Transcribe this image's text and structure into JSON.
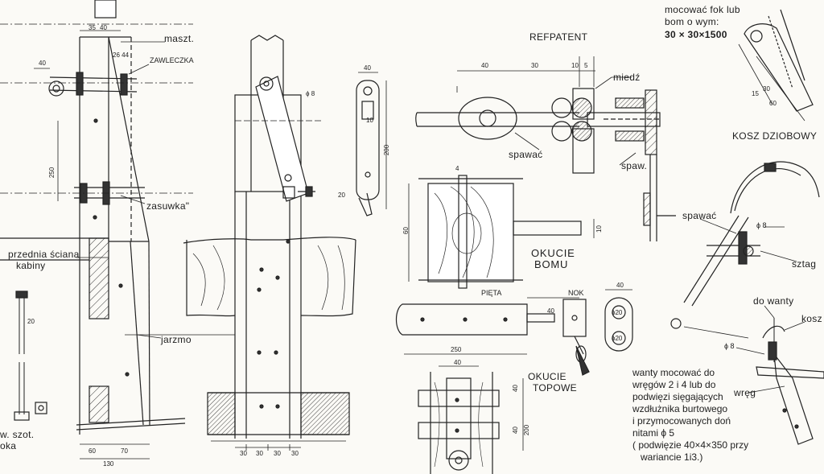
{
  "labels": {
    "maszt": "maszt.",
    "zawleczka": "ZAWLECZKA",
    "zasuwka": "zasuwka\"",
    "przednia_sciana": "przednia ściana",
    "kabiny": "kabiny",
    "jarzmo": "jarzmo",
    "w_szot": "w. szot.",
    "oka": "oka",
    "refpatent": "REFPATENT",
    "miedz": "miedź",
    "spawac_1": "spawać",
    "spaw": "spaw.",
    "okucie_bomu_1": "OKUCIE",
    "okucie_bomu_2": "BOMU",
    "pieta": "PIĘTA",
    "nok": "NOK",
    "okucie_topowe_1": "OKUCIE",
    "okucie_topowe_2": "TOPOWE",
    "mocowac_1": "mocować fok lub",
    "mocowac_2": "bom o wym:",
    "mocowac_3": "30 × 30×1500",
    "kosz_dziobowy": "KOSZ DZIOBOWY",
    "spawac_2": "spawać",
    "fi8_a": "ϕ 8",
    "sztag": "sztag",
    "do_wanty": "do wanty",
    "kosz": "kosz",
    "fi8_b": "ϕ 8",
    "wreg": "wręg",
    "wanty_note": [
      "wanty mocować do",
      "wręgów 2 i 4 lub do",
      "podwięzi sięgających",
      "wzdłużnika burtowego",
      "i przymocowanych doń",
      "nitami ϕ 5",
      "( podwięzie 40×4×350 przy",
      "wariancie 1i3.)"
    ]
  },
  "dimensions": {
    "d35": "35",
    "d40": "40",
    "d40b": "40",
    "d2644": "26 44",
    "d250": "250",
    "d60": "60",
    "d70": "70",
    "d130": "130",
    "d20": "20",
    "d30a": "30",
    "d30b": "30",
    "d30c": "30",
    "d30d": "30",
    "d_fi8": "ϕ 8",
    "d40c": "40",
    "d200": "200",
    "d20b": "20",
    "d10": "10",
    "d40d": "40",
    "d30e": "30",
    "d10b": "10",
    "d5": "5",
    "d10c": "10",
    "d60b": "60",
    "d4": "4",
    "d250b": "250",
    "d40e": "40",
    "d40f": "40",
    "d40g": "40",
    "d40h": "40",
    "d200b": "200",
    "d40i": "40",
    "d_fi20a": "ϕ20",
    "d_fi20b": "ϕ20",
    "d15": "15",
    "d30f": "30",
    "d60c": "60"
  }
}
